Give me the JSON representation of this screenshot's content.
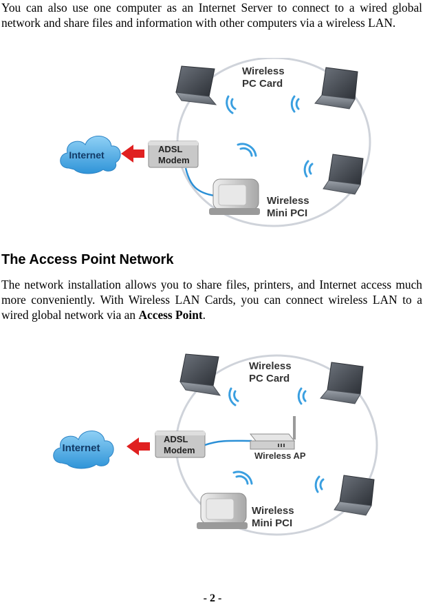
{
  "paragraph1": "You can also use one computer as an Internet Server to connect to a wired global network and share files and information with other computers via a wireless LAN.",
  "heading": "The Access Point Network",
  "paragraph2": {
    "text_before": "The network installation allows you to share files, printers, and Internet access much more conveniently. With Wireless LAN Cards, you can connect wireless LAN to a wired global network via an ",
    "bold": "Access Point",
    "text_after": "."
  },
  "diagram1": {
    "internet_label": "Internet",
    "modem_line1": "ADSL",
    "modem_line2": "Modem",
    "pc_card_line1": "Wireless",
    "pc_card_line2": "PC Card",
    "mini_pci_line1": "Wireless",
    "mini_pci_line2": "Mini PCI"
  },
  "diagram2": {
    "internet_label": "Internet",
    "modem_line1": "ADSL",
    "modem_line2": "Modem",
    "pc_card_line1": "Wireless",
    "pc_card_line2": "PC Card",
    "ap_label": "Wireless AP",
    "mini_pci_line1": "Wireless",
    "mini_pci_line2": "Mini PCI"
  },
  "footer": "- 2 -",
  "colors": {
    "cloud": "#3fa8e6",
    "arrow": "#e02020",
    "modem": "#c8c8c8",
    "cable": "#2a8fd6",
    "circle": "#cfd3da",
    "wave": "#3a9fe0"
  }
}
